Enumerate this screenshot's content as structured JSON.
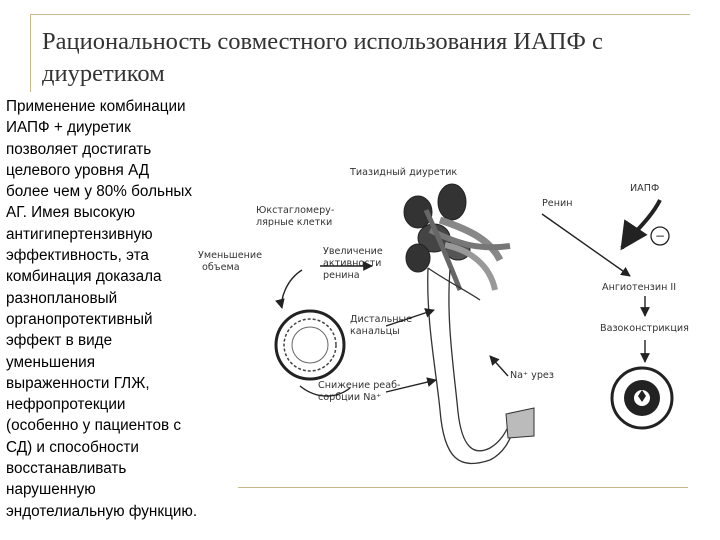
{
  "slide": {
    "title_lines": [
      "Рациональность совместного использования ИАПФ с",
      "диуретиком"
    ]
  },
  "body_lines": [
    "Применение комбинации",
    "ИАПФ + диуретик",
    "позволяет достигать",
    "целевого уровня АД",
    "более чем у 80% больных",
    "АГ. Имея высокую",
    "антигипертензивную",
    "эффективность, эта",
    "комбинация доказала",
    "разноплановый",
    "органопротективный",
    "эффект в виде",
    "уменьшения",
    "выраженности ГЛЖ,",
    "нефропротекции",
    "(особенно у пациентов с",
    "СД) и способности",
    "восстанавливать",
    "нарушенную",
    "эндотелиальную функцию."
  ],
  "diagram": {
    "thiazide": "Тиазидный диуретик",
    "juxta_line1": "Юкстагломеру-",
    "juxta_line2": "лярные клетки",
    "renin": "Ренин",
    "acei": "ИАПФ",
    "vol_line1": "Уменьшение",
    "vol_line2": "объема",
    "incr_line1": "Увеличение",
    "incr_line2": "активности",
    "incr_line3": "ренина",
    "ang2": "Ангиотензин II",
    "distal_line1": "Дистальные",
    "distal_line2": "канальцы",
    "vasocon": "Вазоконстрикция",
    "reabs_line1": "Снижение реаб-",
    "reabs_line2": "сорбции Na⁺",
    "na_urea": "Na⁺ урез",
    "minus_sign": "−"
  }
}
